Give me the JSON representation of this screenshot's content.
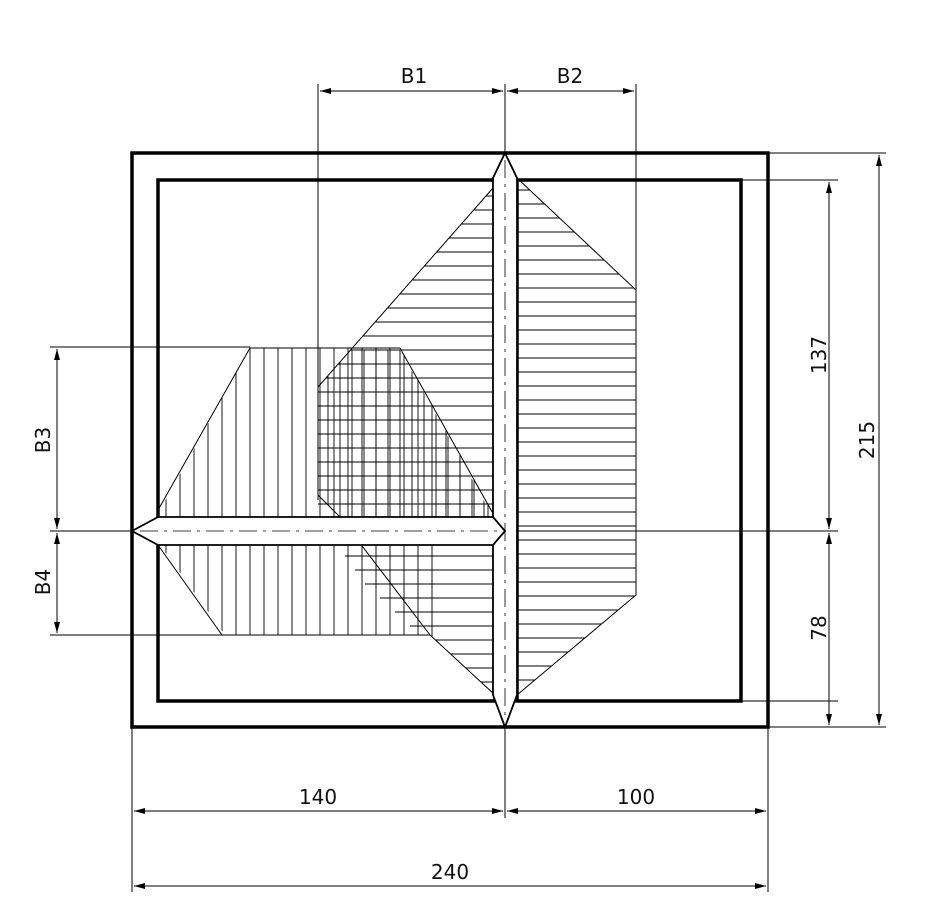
{
  "dimensions": {
    "b1": "B1",
    "b2": "B2",
    "b3": "B3",
    "b4": "B4",
    "d137": "137",
    "d215": "215",
    "d78": "78",
    "d140": "140",
    "d100": "100",
    "d240": "240"
  }
}
